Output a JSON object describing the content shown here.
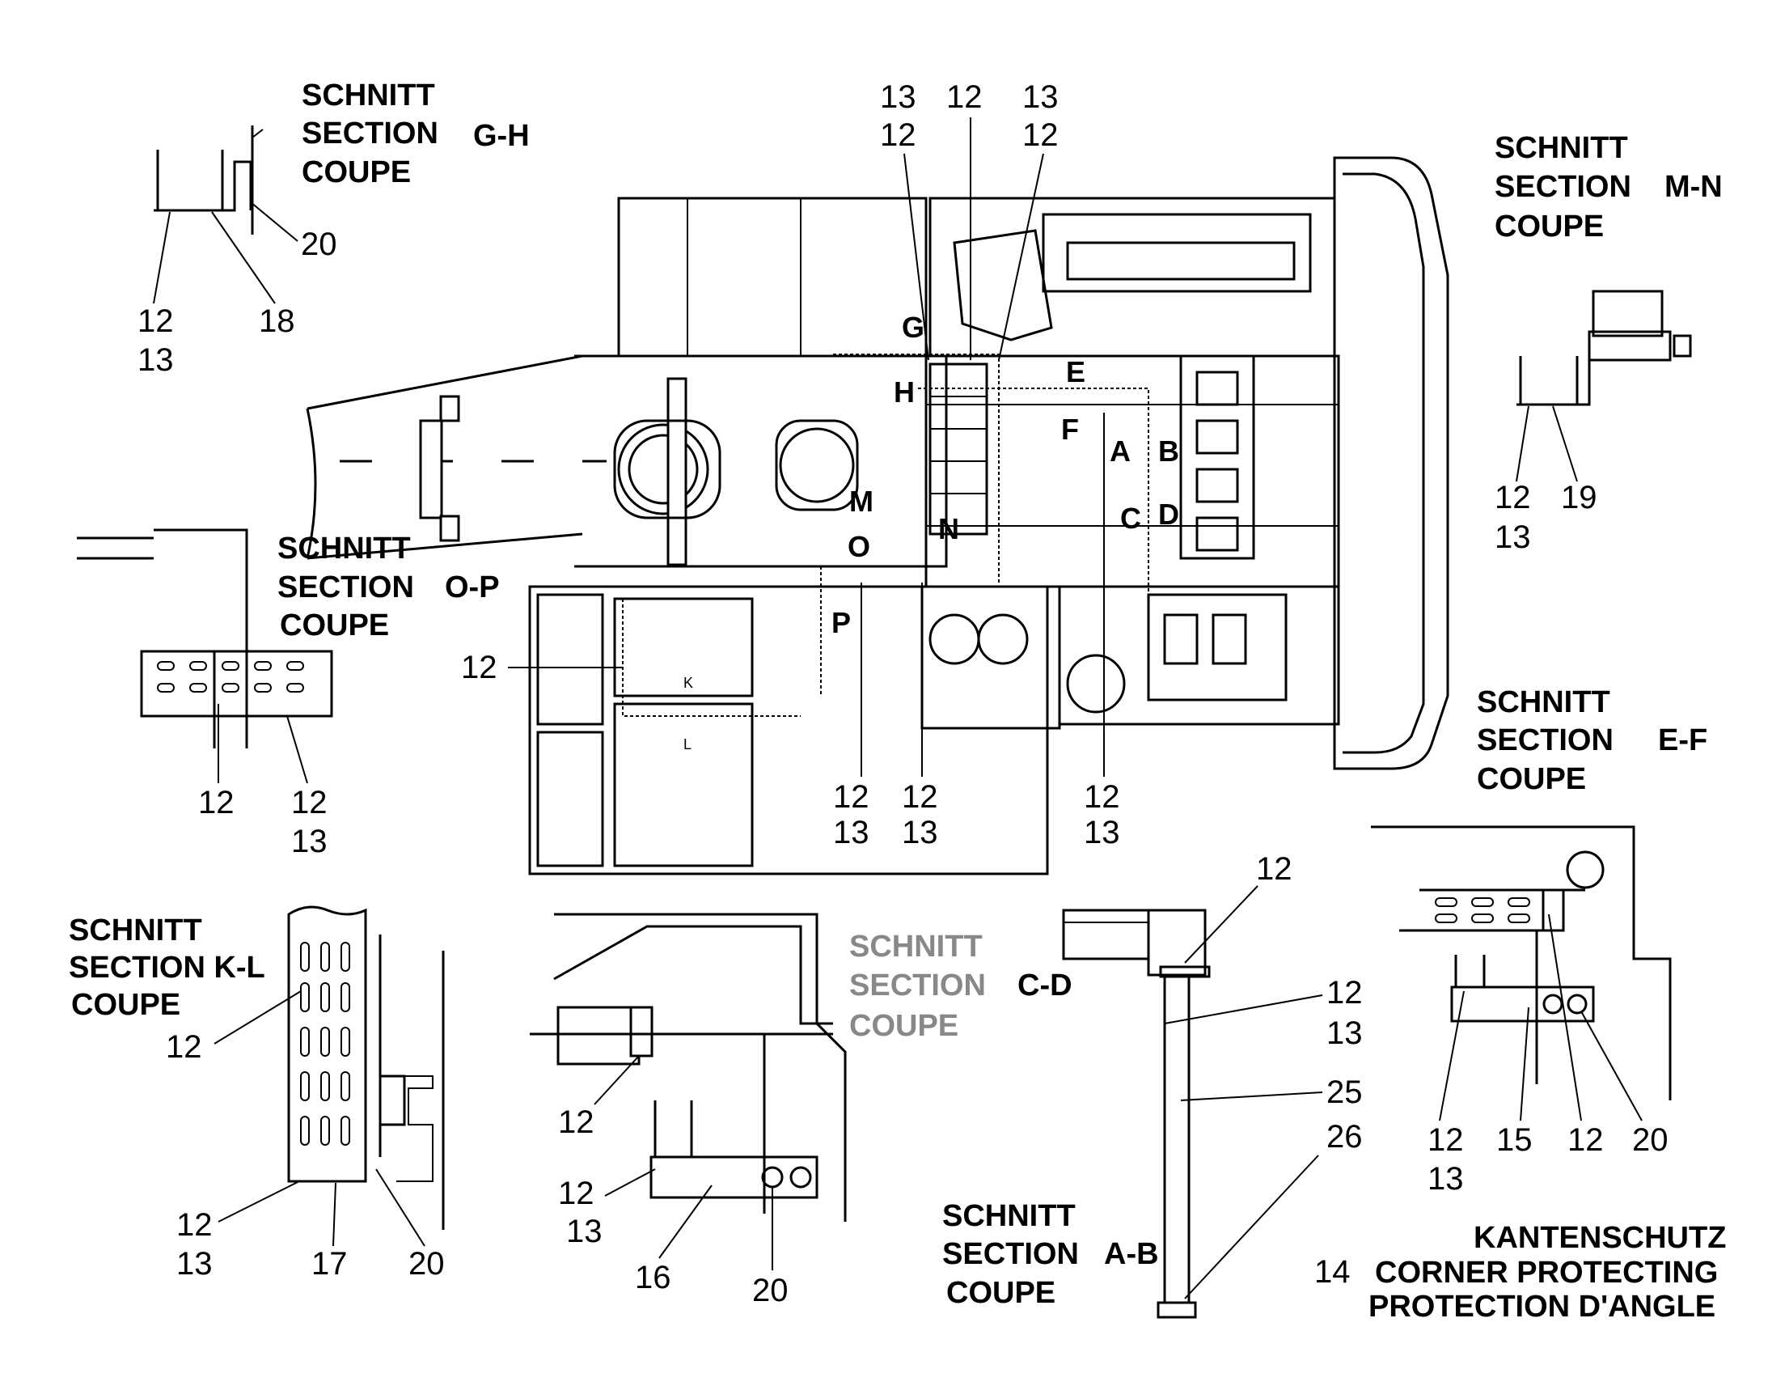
{
  "sections": {
    "gh": {
      "l1": "SCHNITT",
      "l2": "SECTION",
      "l3": "COUPE",
      "code": "G-H"
    },
    "mn": {
      "l1": "SCHNITT",
      "l2": "SECTION",
      "l3": "COUPE",
      "code": "M-N"
    },
    "op": {
      "l1": "SCHNITT",
      "l2": "SECTION",
      "l3": "COUPE",
      "code": "O-P"
    },
    "ef": {
      "l1": "SCHNITT",
      "l2": "SECTION",
      "l3": "COUPE",
      "code": "E-F"
    },
    "kl": {
      "l1": "SCHNITT",
      "l2": "SECTION K-L",
      "l3": "COUPE"
    },
    "cd": {
      "l1": "SCHNITT",
      "l2": "SECTION",
      "l3": "COUPE",
      "code": "C-D"
    },
    "ab": {
      "l1": "SCHNITT",
      "l2": "SECTION",
      "l3": "COUPE",
      "code": "A-B"
    }
  },
  "corner": {
    "l1": "KANTENSCHUTZ",
    "l2": "CORNER PROTECTING",
    "l3": "PROTECTION D'ANGLE",
    "num": "14"
  },
  "section_letters": [
    "G",
    "H",
    "E",
    "F",
    "A",
    "B",
    "C",
    "D",
    "M",
    "N",
    "O",
    "P",
    "K",
    "L"
  ],
  "callouts": {
    "n12": "12",
    "n13": "13",
    "n15": "15",
    "n16": "16",
    "n17": "17",
    "n18": "18",
    "n19": "19",
    "n20": "20",
    "n25": "25",
    "n26": "26"
  }
}
